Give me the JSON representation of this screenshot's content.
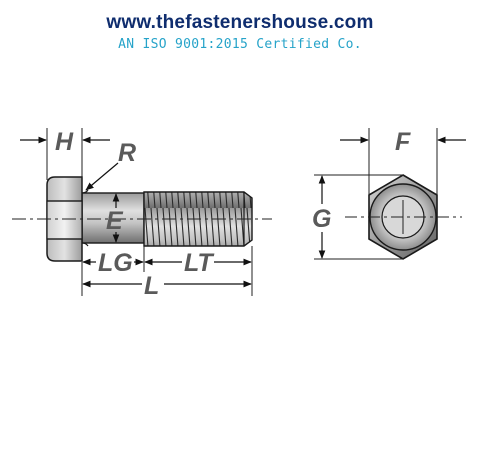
{
  "header": {
    "website": "www.thefastenershouse.com",
    "certification": "AN ISO 9001:2015 Certified Co."
  },
  "labels": {
    "head_height": "H",
    "fillet_radius": "R",
    "body_diameter": "E",
    "grip_length": "LG",
    "thread_length": "LT",
    "bolt_length": "L",
    "width_across_flats": "F",
    "width_across_corners": "G"
  },
  "colors": {
    "steel_light": "#d8d8d8",
    "steel_mid": "#a6a6a6",
    "steel_dark": "#6a6a6a",
    "outline": "#1a1a1a",
    "label": "#5a5a5a",
    "website": "#0f2d6e",
    "certification": "#26a3c9"
  }
}
